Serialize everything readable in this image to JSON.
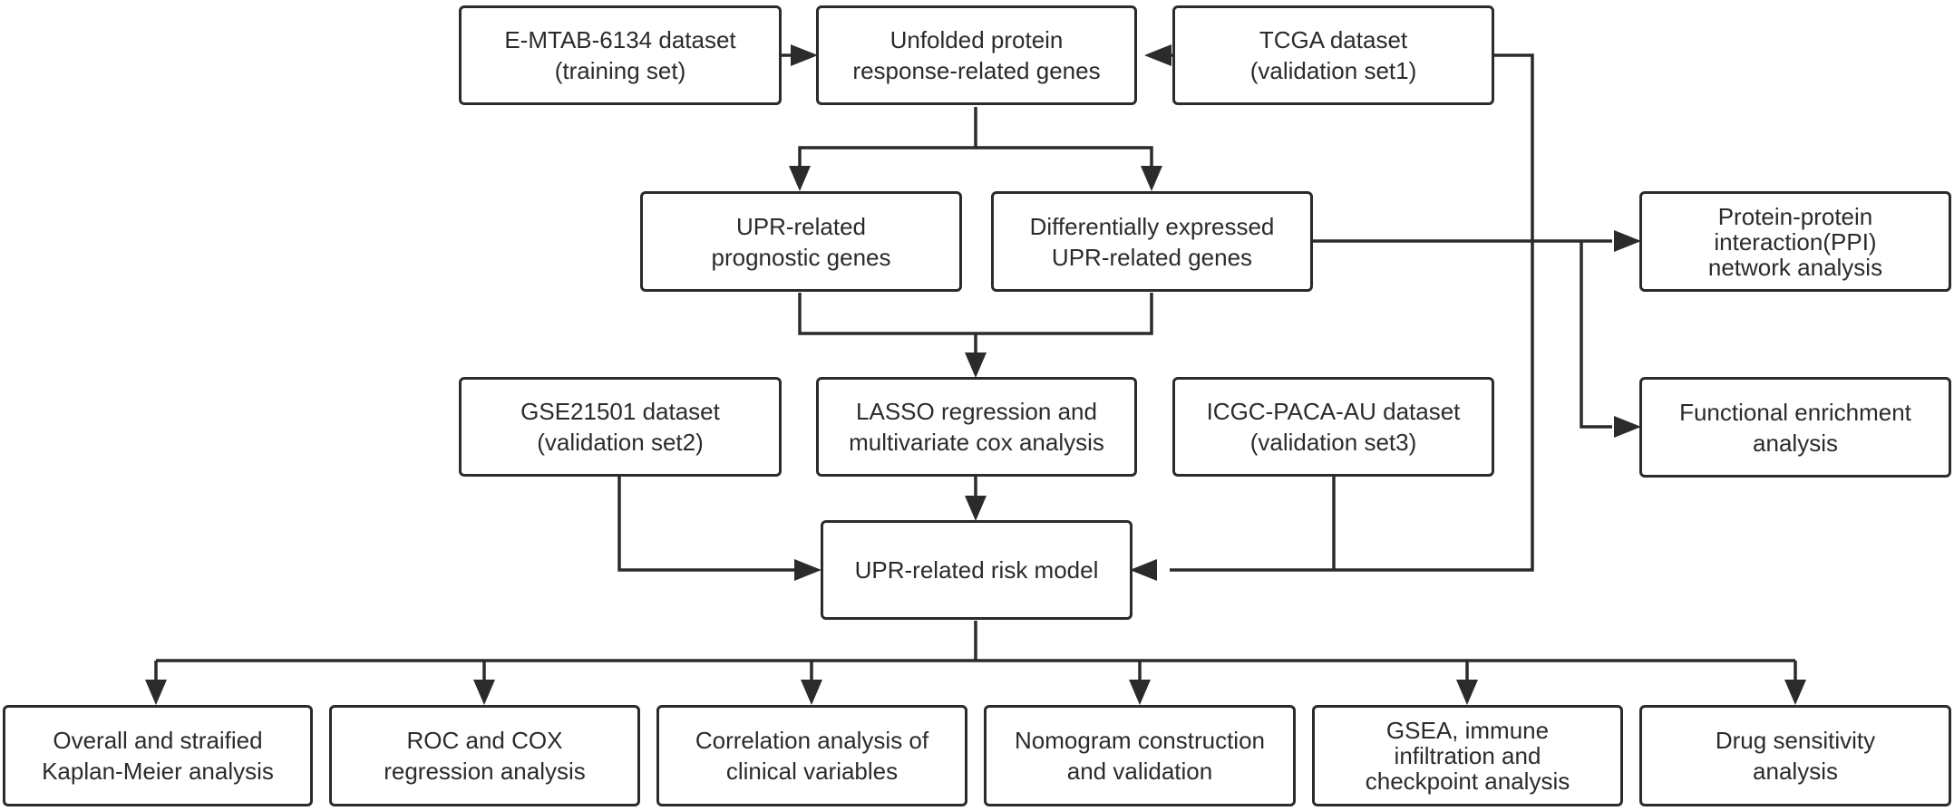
{
  "boxes": {
    "emtab": "E-MTAB-6134 dataset\n(training set)",
    "unfolded": "Unfolded protein\nresponse-related genes",
    "tcga": "TCGA dataset\n(validation set1)",
    "upr_prognostic": "UPR-related\nprognostic genes",
    "diff_expressed": "Differentially expressed\nUPR-related genes",
    "ppi": "Protein-protein\ninteraction(PPI)\nnetwork analysis",
    "gse": "GSE21501 dataset\n(validation set2)",
    "lasso": "LASSO regression and\nmultivariate cox analysis",
    "icgc": "ICGC-PACA-AU dataset\n(validation set3)",
    "functional": "Functional enrichment\nanalysis",
    "risk_model": "UPR-related risk model",
    "km": "Overall and straified\nKaplan-Meier analysis",
    "roc": "ROC and COX\nregression analysis",
    "correlation": "Correlation analysis of\nclinical variables",
    "nomogram": "Nomogram construction\nand validation",
    "gsea": "GSEA, immune\ninfiltration and\ncheckpoint analysis",
    "drug": "Drug sensitivity\nanalysis"
  },
  "colors": {
    "stroke": "#2b2b2b",
    "background": "#ffffff"
  }
}
